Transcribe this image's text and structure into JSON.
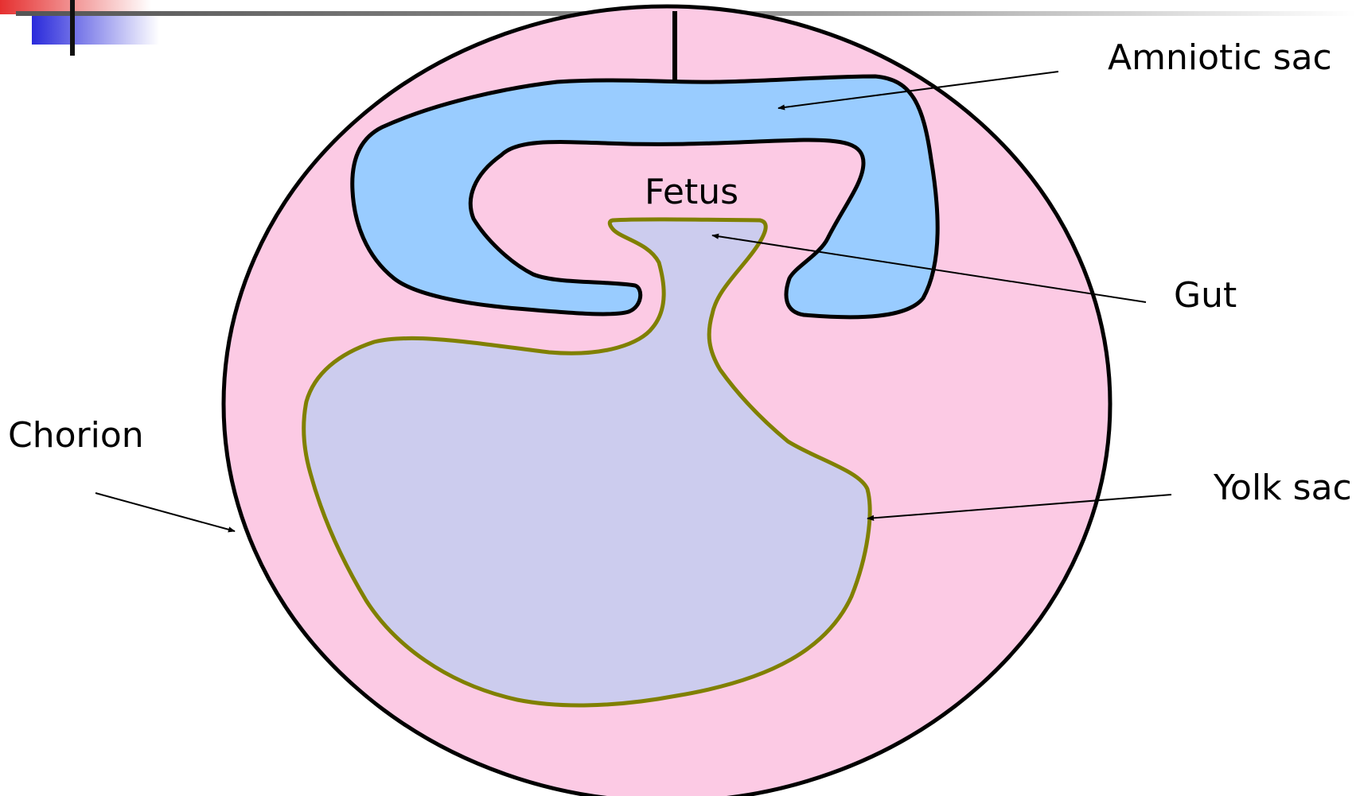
{
  "labels": {
    "amniotic_sac": "Amniotic sac",
    "fetus": "Fetus",
    "gut": "Gut",
    "chorion": "Chorion",
    "yolk_sac": "Yolk sac"
  },
  "colors": {
    "chorion_fill": "#FCCAE4",
    "amniotic_fill": "#99CCFF",
    "yolk_fill": "#CCCCEE",
    "yolk_stroke": "#808000",
    "outline": "#000000",
    "header_bar": "#888888",
    "logo_red": "#E53030",
    "logo_blue": "#2A2ADB"
  }
}
